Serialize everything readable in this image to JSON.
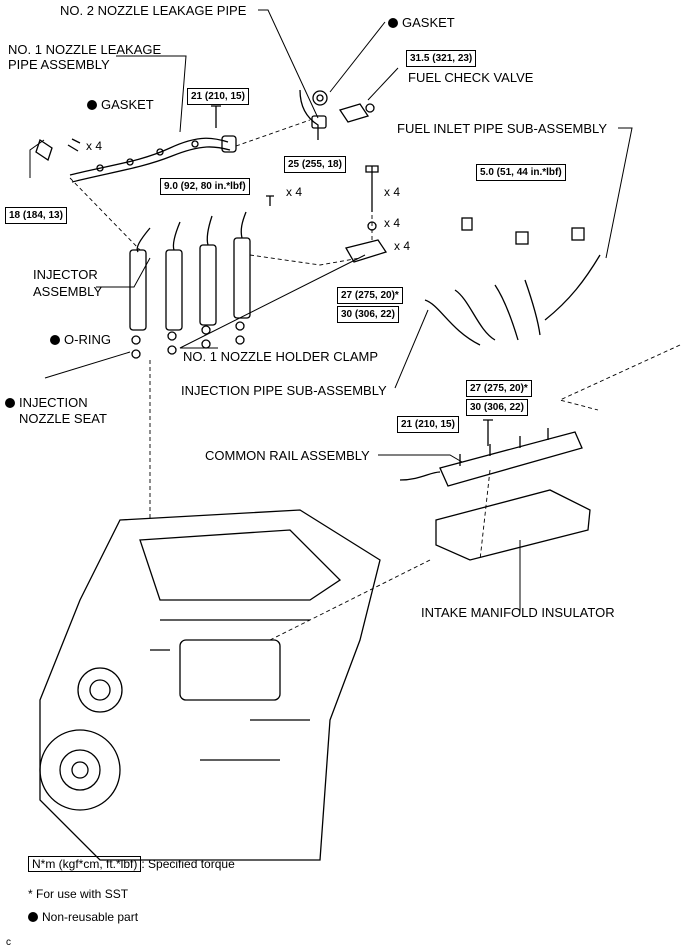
{
  "labels": {
    "no2_leak_pipe": "NO. 2 NOZZLE LEAKAGE PIPE",
    "gasket_top": "GASKET",
    "no1_leak_pipe_line1": "NO. 1 NOZZLE LEAKAGE",
    "no1_leak_pipe_line2": "PIPE ASSEMBLY",
    "gasket_left": "GASKET",
    "fuel_check_valve": "FUEL CHECK VALVE",
    "fuel_inlet_pipe": "FUEL INLET PIPE SUB-ASSEMBLY",
    "injector_line1": "INJECTOR",
    "injector_line2": "ASSEMBLY",
    "o_ring": "O-RING",
    "injection_seat_line1": "INJECTION",
    "injection_seat_line2": "NOZZLE SEAT",
    "no1_holder_clamp": "NO. 1 NOZZLE HOLDER CLAMP",
    "injection_pipe": "INJECTION PIPE SUB-ASSEMBLY",
    "common_rail": "COMMON RAIL ASSEMBLY",
    "intake_insulator": "INTAKE MANIFOLD INSULATOR"
  },
  "torques": {
    "t_31_5": "31.5 (321, 23)",
    "t_21_top": "21 (210, 15)",
    "t_25": "25 (255, 18)",
    "t_9_0": "9.0 (92, 80 in.*lbf)",
    "t_18": "18 (184, 13)",
    "t_5_0": "5.0 (51, 44 in.*lbf)",
    "t_27_left": "27 (275, 20)*",
    "t_30_left": "30 (306, 22)",
    "t_27_right": "27 (275, 20)*",
    "t_30_right": "30 (306, 22)",
    "t_21_rail": "21 (210, 15)"
  },
  "quantities": {
    "q_gasket": "x 4",
    "q_9_0": "x 4",
    "q_25": "x 4",
    "q_washer": "x 4",
    "q_clamp": "x 4"
  },
  "legend": {
    "torque_box": "N*m (kgf*cm, ft.*lbf)",
    "torque_text": ": Specified torque",
    "sst_note": "* For use with SST",
    "non_reusable": "Non-reusable part"
  },
  "figure_code": "c"
}
